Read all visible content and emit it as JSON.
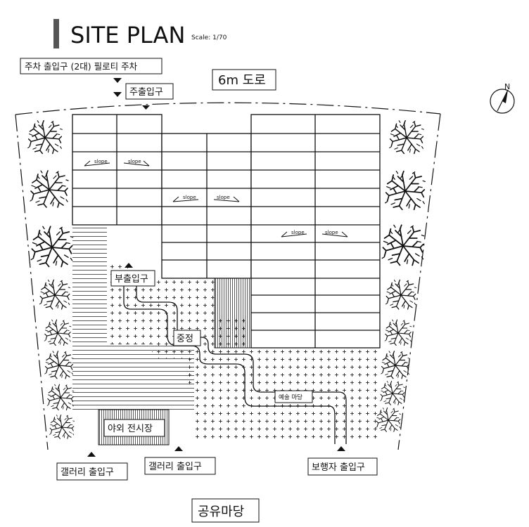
{
  "title": {
    "text": "SITE PLAN",
    "scale": "Scale: 1/70"
  },
  "labels": {
    "parking_entrance": "주차 출입구 (2대) 필로티 주차",
    "main_entrance": "주출입구",
    "road": "6m 도로",
    "north": "N",
    "slope": "slope",
    "sub_entrance": "부출입구",
    "courtyard": "중정",
    "art_yard": "예술 마당",
    "outdoor_exhibition": "야외 전시장",
    "gallery_entrance_left": "갤러리 출입구",
    "gallery_entrance_center": "갤러리 출입구",
    "pedestrian_entrance": "보행자 출입구",
    "public_yard": "공유마당"
  },
  "colors": {
    "line": "#111111",
    "title_bar": "#555555",
    "background": "#ffffff"
  }
}
